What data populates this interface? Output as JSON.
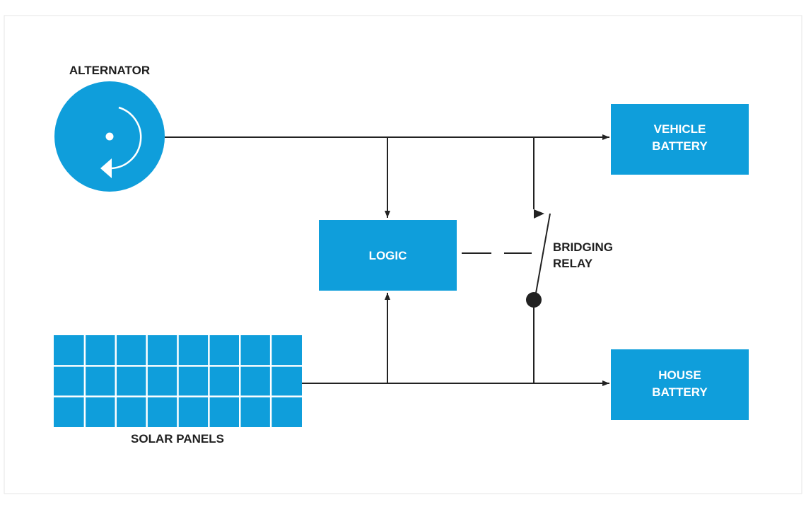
{
  "colors": {
    "accent_blue": "#0f9edb",
    "line": "#222222",
    "frame_border": "#e6e6e6",
    "text_dark": "#1f1f1f",
    "text_on_blue": "#ffffff"
  },
  "labels": {
    "alternator": "ALTERNATOR",
    "solar_panels": "SOLAR PANELS",
    "logic": "LOGIC",
    "relay_line1": "BRIDGING",
    "relay_line2": "RELAY",
    "vehicle_line1": "VEHICLE",
    "vehicle_line2": "BATTERY",
    "house_line1": "HOUSE",
    "house_line2": "BATTERY"
  },
  "icons": {
    "alternator": "rotation-arrow-circle-icon",
    "solar": "solar-panel-grid-icon",
    "relay": "switch-contact-icon"
  },
  "solar_grid": {
    "rows": 3,
    "cols": 8
  }
}
